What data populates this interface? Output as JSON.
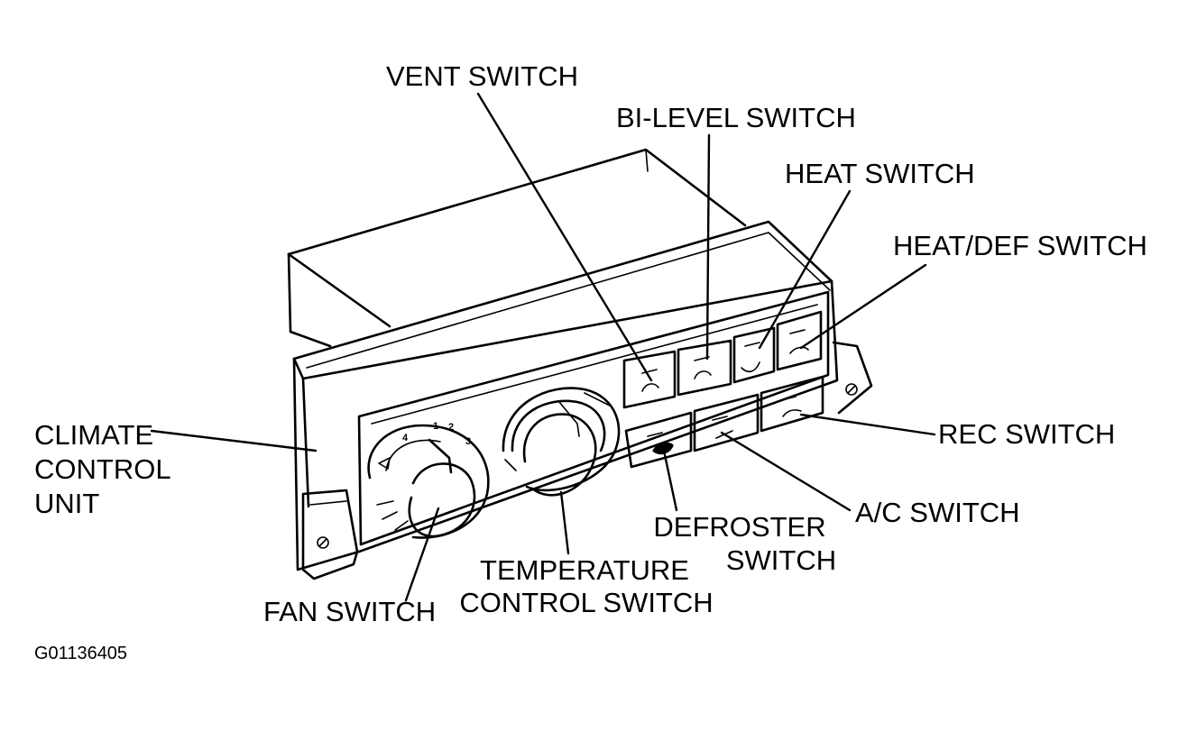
{
  "labels": {
    "vent_switch": "VENT SWITCH",
    "bi_level_switch": "BI-LEVEL SWITCH",
    "heat_switch": "HEAT SWITCH",
    "heat_def_switch": "HEAT/DEF SWITCH",
    "climate_control_unit": [
      "CLIMATE",
      "CONTROL",
      "UNIT"
    ],
    "rec_switch": "REC SWITCH",
    "ac_switch": "A/C SWITCH",
    "defroster_switch": [
      "DEFROSTER",
      "SWITCH"
    ],
    "temperature_control_switch": [
      "TEMPERATURE",
      "CONTROL SWITCH"
    ],
    "fan_switch": "FAN SWITCH"
  },
  "fan_dial_ticks": [
    "1",
    "2",
    "3",
    "4"
  ],
  "figure_code": "G01136405"
}
